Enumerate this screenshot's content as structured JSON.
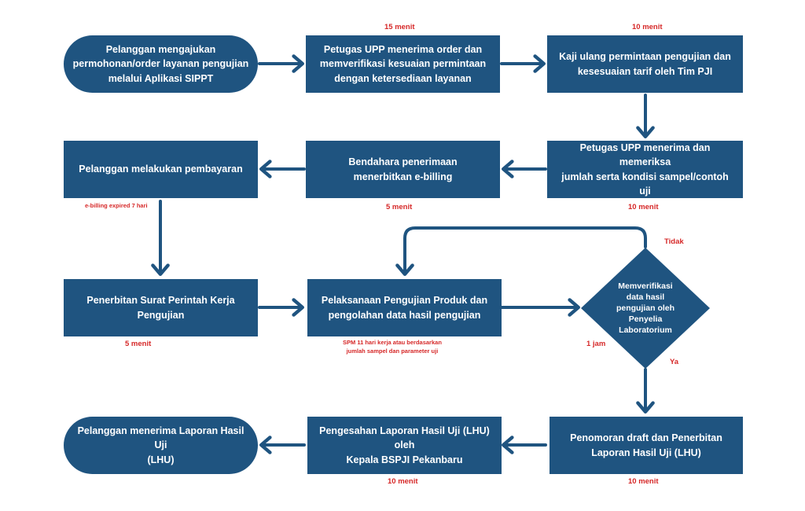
{
  "nodes": {
    "n1": [
      "Pelanggan mengajukan",
      "permohonan/order layanan pengujian",
      "melalui Aplikasi SIPPT"
    ],
    "n2": [
      "Petugas UPP menerima order dan",
      "memverifikasi kesuaian permintaan",
      "dengan ketersediaan layanan"
    ],
    "n3": [
      "Kaji ulang permintaan pengujian dan",
      "kesesuaian tarif oleh Tim PJI"
    ],
    "n4": [
      "Petugas UPP menerima dan memeriksa",
      "jumlah serta kondisi sampel/contoh uji"
    ],
    "n5": [
      "Bendahara penerimaan",
      "menerbitkan e-billing"
    ],
    "n6": [
      "Pelanggan melakukan pembayaran"
    ],
    "n7": [
      "Penerbitan Surat Perintah Kerja",
      "Pengujian"
    ],
    "n8": [
      "Pelaksanaan Pengujian Produk dan",
      "pengolahan data hasil pengujian"
    ],
    "n9": [
      "Memverifikasi",
      "data hasil",
      "pengujian oleh",
      "Penyelia",
      "Laboratorium"
    ],
    "n10": [
      "Penomoran draft dan Penerbitan",
      "Laporan Hasil Uji (LHU)"
    ],
    "n11": [
      "Pengesahan Laporan Hasil Uji (LHU) oleh",
      "Kepala BSPJI Pekanbaru"
    ],
    "n12": [
      "Pelanggan menerima Laporan Hasil Uji",
      "(LHU)"
    ]
  },
  "notes": {
    "t_n2": "15 menit",
    "t_n3": "10 menit",
    "t_n4": "10 menit",
    "t_n5": "5 menit",
    "t_n6": "e-billing expired 7 hari",
    "t_n7": "5 menit",
    "t_n8": [
      "SPM 11 hari kerja atau berdasarkan",
      "jumlah sampel dan parameter uji"
    ],
    "t_n9": "1 jam",
    "no_label": "Tidak",
    "yes_label": "Ya",
    "t_n10": "10 menit",
    "t_n11": "10 menit"
  },
  "colors": {
    "box": "#1f5480",
    "arrow": "#1f5480",
    "note": "#d62828"
  }
}
